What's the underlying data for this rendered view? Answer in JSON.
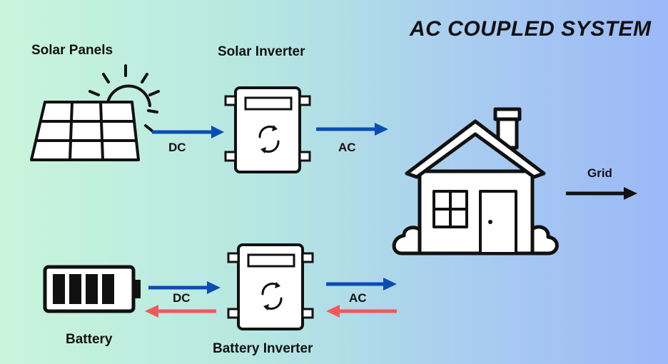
{
  "title": "AC COUPLED SYSTEM",
  "labels": {
    "solar_panels": "Solar Panels",
    "solar_inverter": "Solar Inverter",
    "battery": "Battery",
    "battery_inverter": "Battery Inverter",
    "grid": "Grid",
    "dc_top": "DC",
    "ac_top": "AC",
    "dc_bottom": "DC",
    "ac_bottom": "AC"
  },
  "colors": {
    "flow_forward": "#0b4db3",
    "flow_reverse": "#f2585a",
    "grid_arrow": "#111111",
    "stroke": "#111111"
  },
  "icons": {
    "solar_panel": "solar-panel-icon",
    "sun": "sun-icon",
    "inverter": "inverter-icon",
    "house": "house-icon",
    "battery": "battery-icon"
  }
}
